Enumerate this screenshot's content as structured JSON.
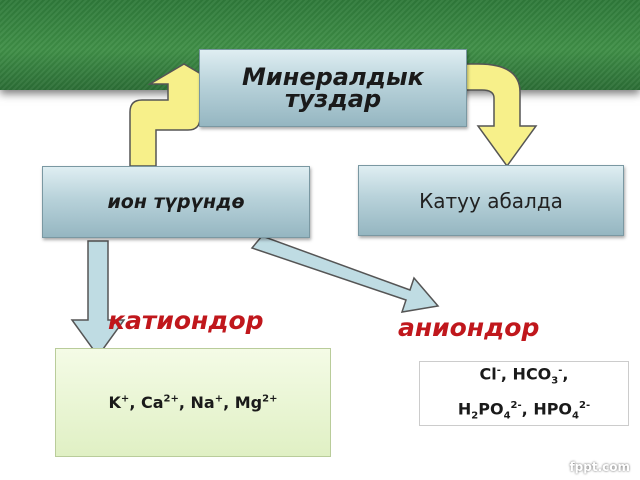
{
  "title": {
    "line1": "Минералдык",
    "line2": "туздар"
  },
  "nodes": {
    "ion": "ион түрүндө",
    "solid": "Катуу абалда"
  },
  "labels": {
    "cations": "катиондор",
    "anions": "аниондор"
  },
  "cation_formula": {
    "k": "K",
    "k_charge": "+",
    "ca": "Ca",
    "ca_charge": "2+",
    "na": "Na",
    "na_charge": "+",
    "mg": "Mg",
    "mg_charge": "2+"
  },
  "anion_formula": {
    "cl": "Cl",
    "cl_charge": "-",
    "hco": "HCO",
    "hco_sub": "3",
    "hco_charge": "-",
    "h2": "H",
    "h2_sub": "2",
    "po": "PO",
    "po_sub": "4",
    "po_charge": "2-",
    "hpo": "HPO",
    "hpo_sub": "4",
    "hpo_charge": "2-"
  },
  "watermark": "fppt.com",
  "colors": {
    "banner": "#3f8f47",
    "arrow_yellow": "#f7f08a",
    "arrow_blue": "#bfdce3",
    "label_red": "#c0171c"
  }
}
